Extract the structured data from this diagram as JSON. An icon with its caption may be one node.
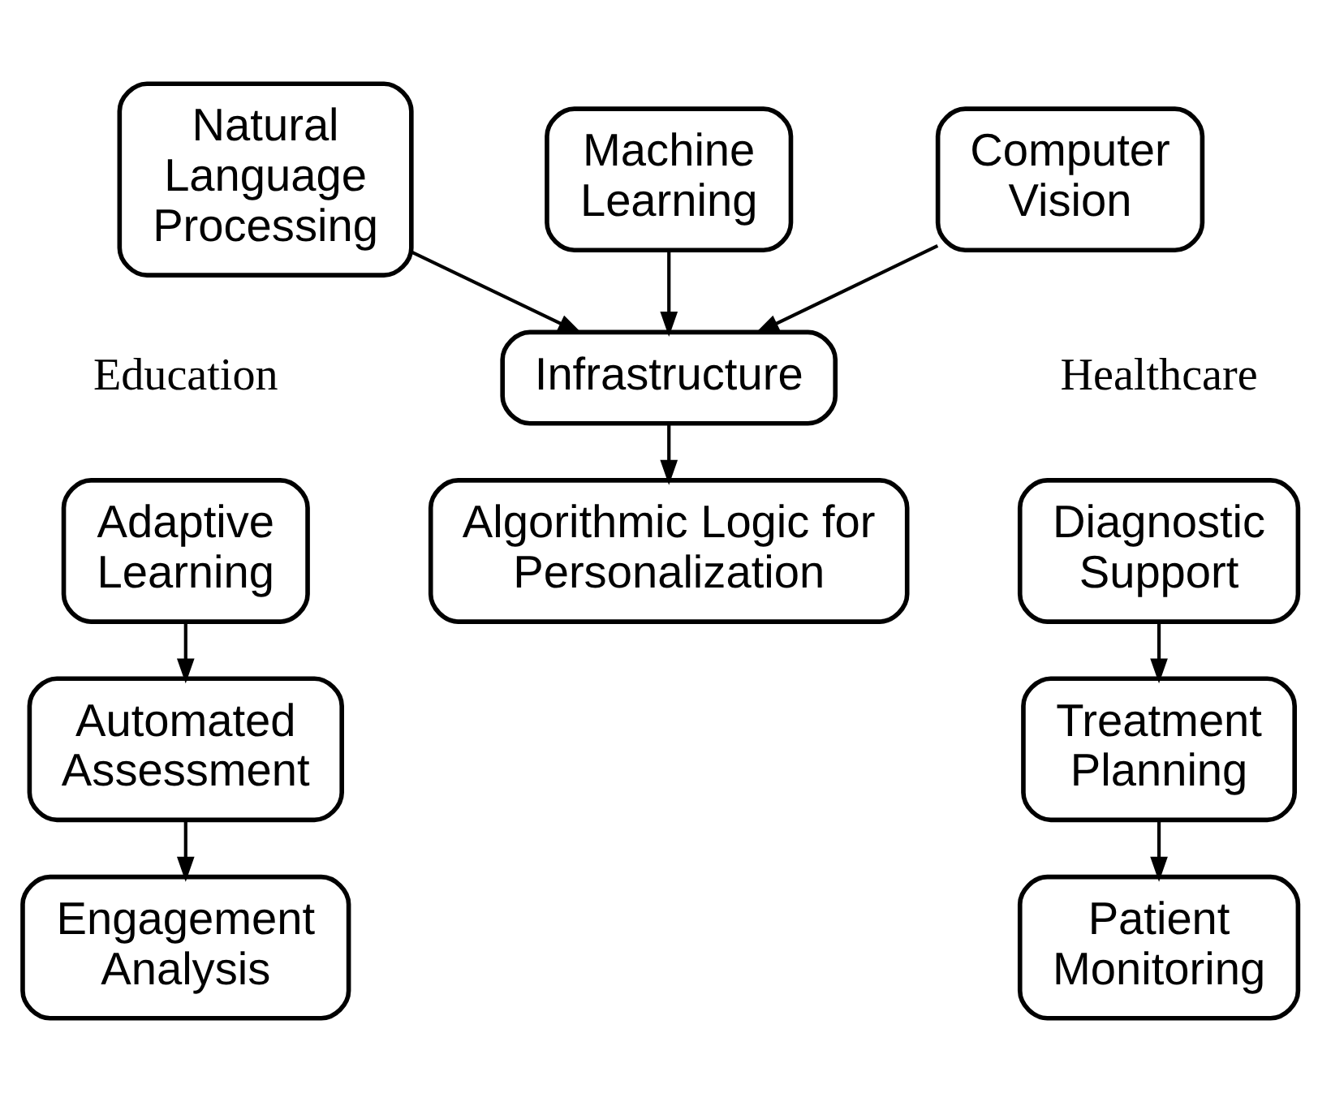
{
  "diagram": {
    "nodes": [
      {
        "text": [
          "Natural Language Processing"
        ]
      },
      {
        "text": [
          "Machine Learning"
        ]
      },
      {
        "text": [
          "Computer Vision"
        ]
      },
      {
        "text": [
          "Infrastructure"
        ]
      },
      {
        "text": [
          "Algorithmic Logic for Personalization"
        ]
      },
      {
        "text": [
          "Adaptive Learning"
        ]
      },
      {
        "text": [
          "Automated Assessment"
        ]
      },
      {
        "text": [
          "Engagement Analysis"
        ]
      },
      {
        "text": [
          "Diagnostic Support"
        ]
      },
      {
        "text": [
          "Treatment Planning"
        ]
      },
      {
        "text": [
          "Patient Monitoring"
        ]
      }
    ],
    "edges": [
      {
        "from": 0,
        "to": 3,
        "arrow": "to"
      },
      {
        "from": 1,
        "to": 3,
        "arrow": "to"
      },
      {
        "from": 2,
        "to": 3,
        "arrow": "to"
      },
      {
        "from": 3,
        "to": 4,
        "arrow": "to"
      },
      {
        "from": 5,
        "to": 6,
        "arrow": "to"
      },
      {
        "from": 6,
        "to": 7,
        "arrow": "to"
      },
      {
        "from": 8,
        "to": 9,
        "arrow": "to"
      },
      {
        "from": 9,
        "to": 10,
        "arrow": "to"
      }
    ],
    "labels": [
      "Education",
      "Healthcare"
    ]
  }
}
